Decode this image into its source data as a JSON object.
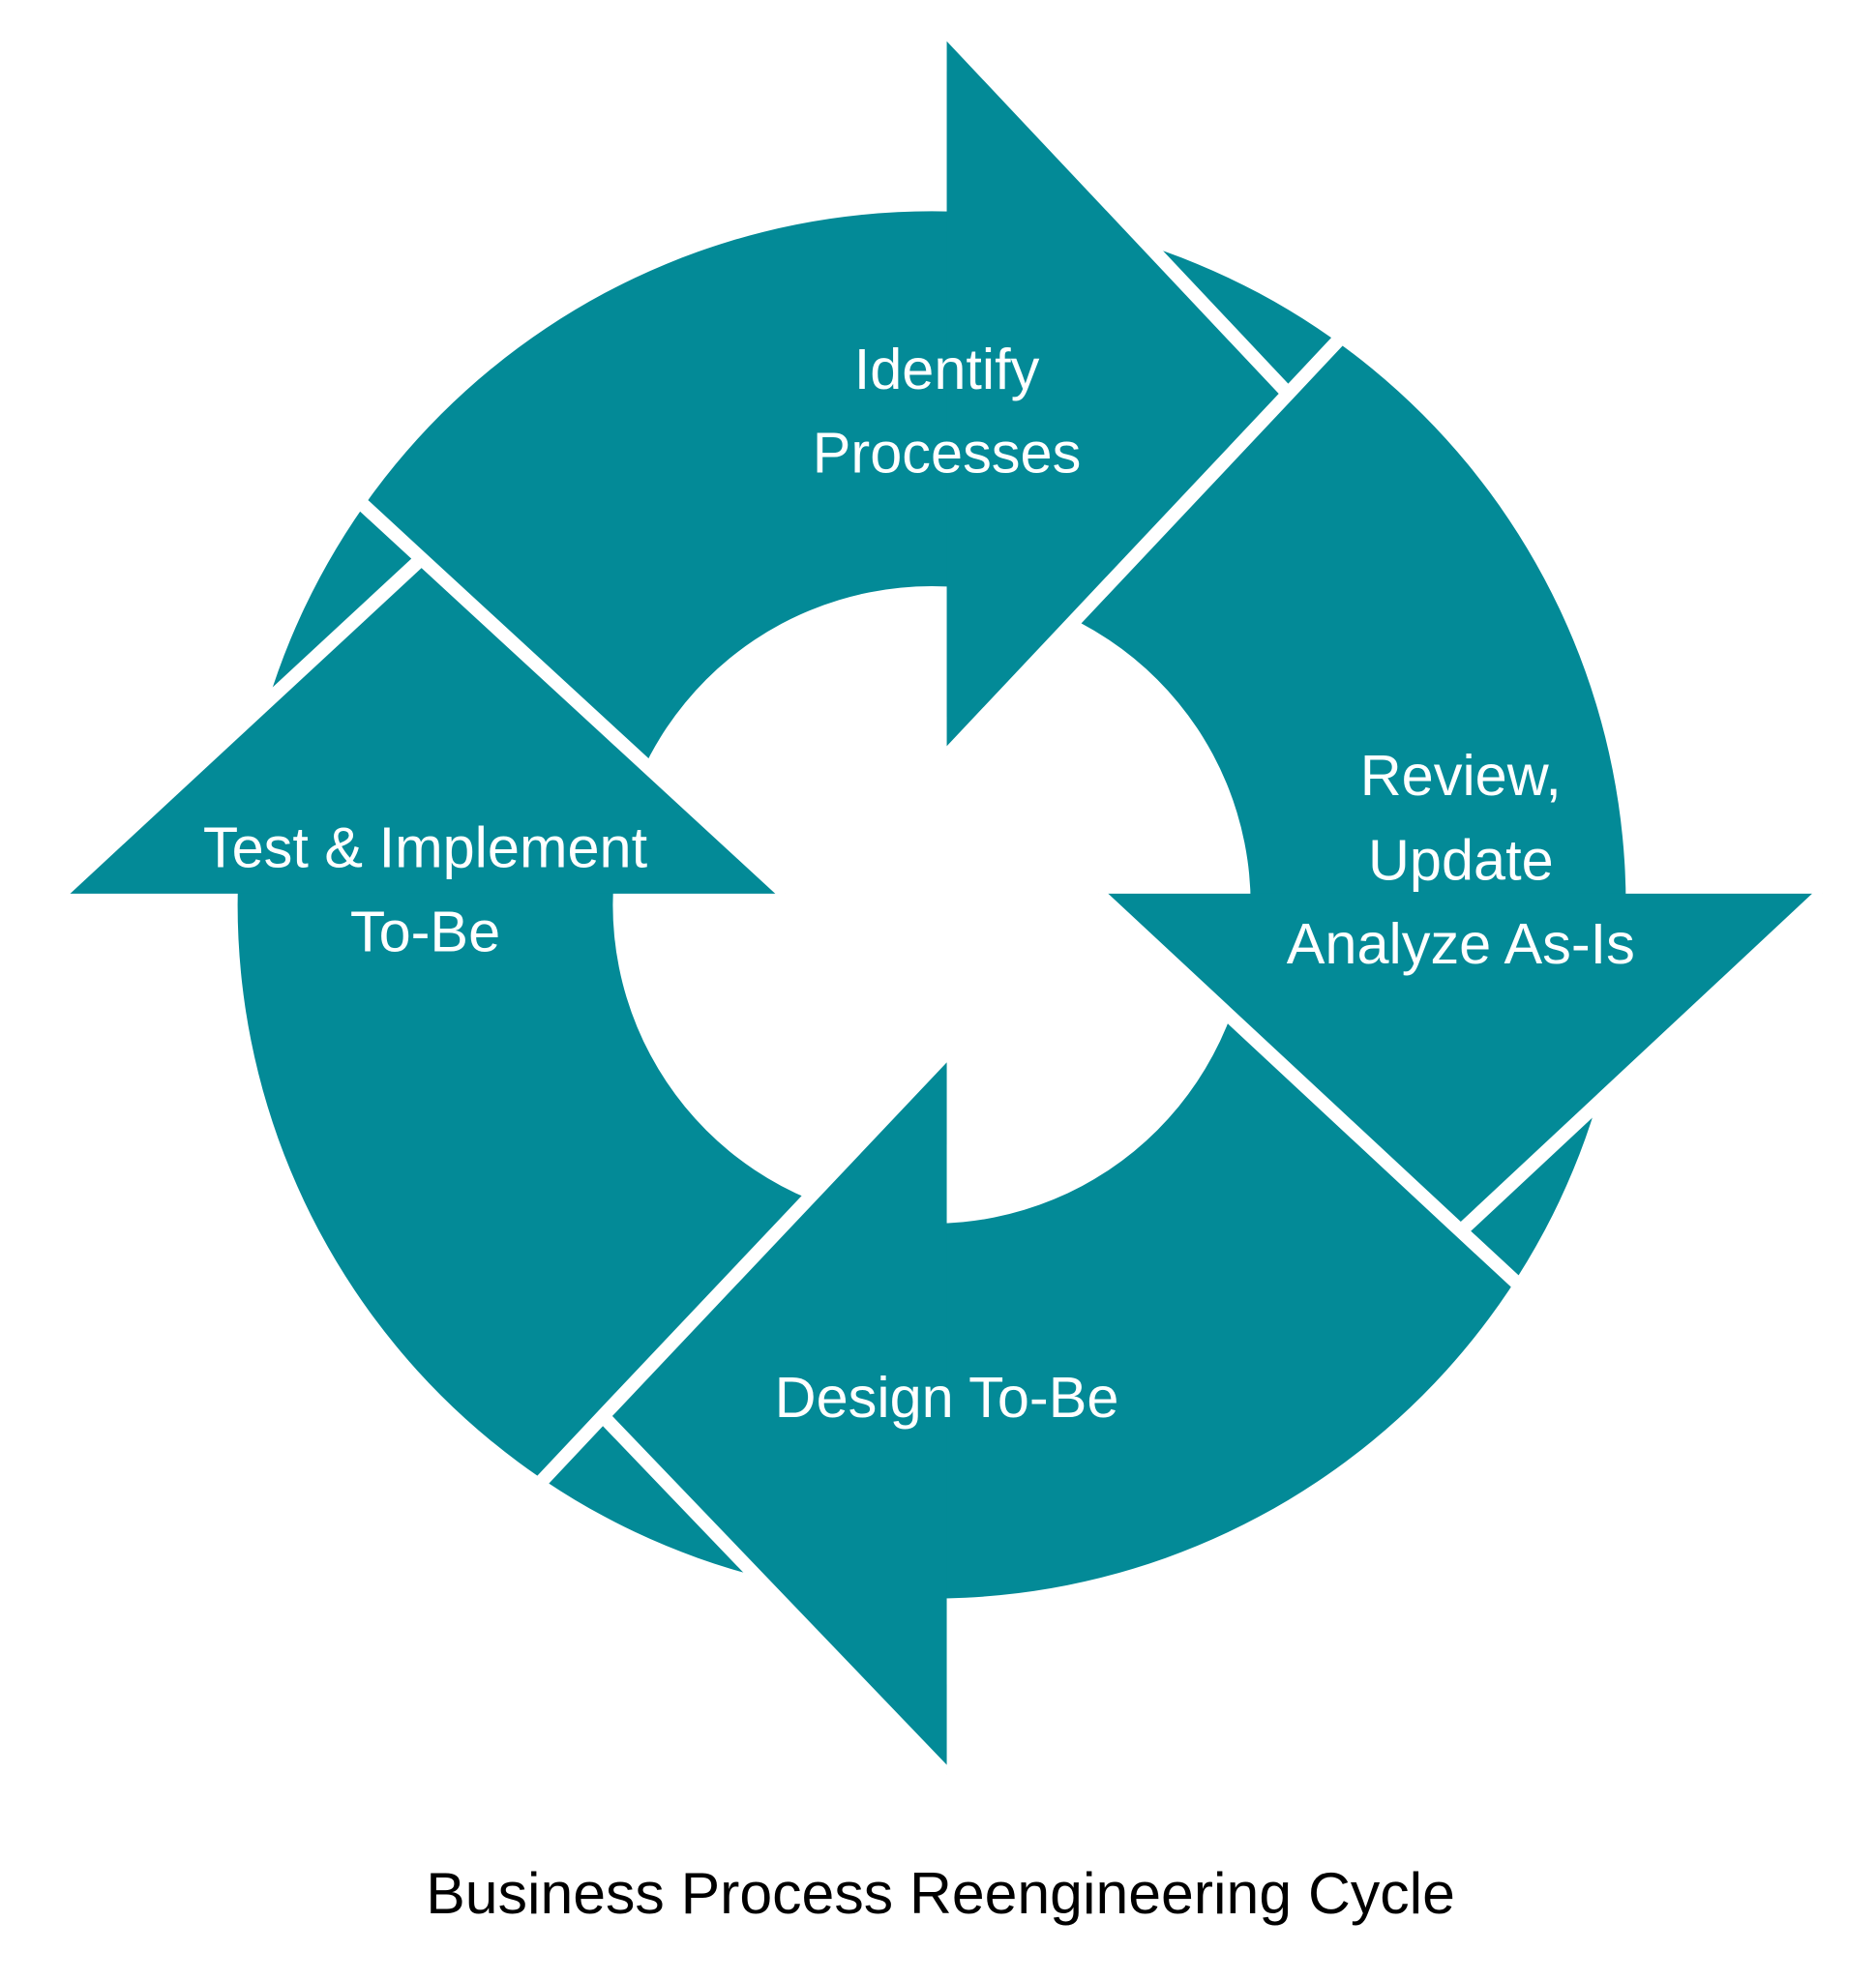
{
  "colors": {
    "arrow": "#038a97",
    "label": "#ffffff",
    "title": "#000000"
  },
  "diagram": {
    "title": "Business Process Reengineering Cycle",
    "steps": [
      {
        "lines": [
          "Identify",
          "Processes"
        ]
      },
      {
        "lines": [
          "Review,",
          "Update",
          "Analyze As-Is"
        ]
      },
      {
        "lines": [
          "Design To-Be"
        ]
      },
      {
        "lines": [
          "Test & Implement",
          "To-Be"
        ]
      }
    ]
  }
}
